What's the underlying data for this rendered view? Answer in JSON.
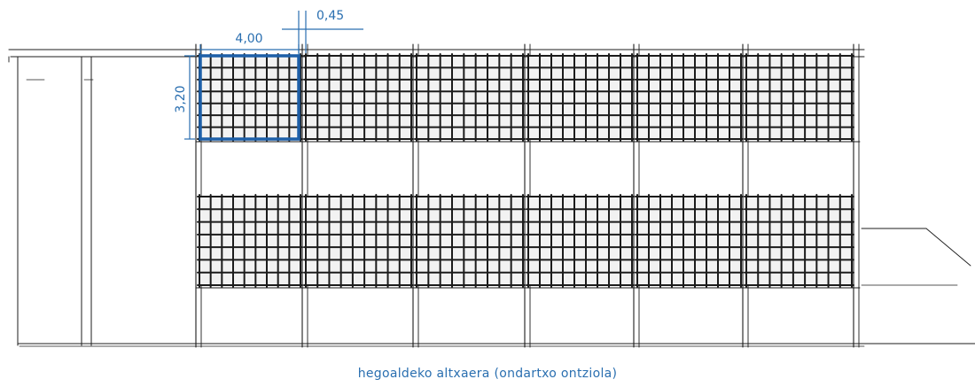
{
  "dimensions": {
    "width_label": "4,00",
    "height_label": "3,20",
    "gap_label": "0,45"
  },
  "caption": "hegoaldeko altxaera (ondartxo ontziola)",
  "elevation": {
    "bays": 6,
    "storeys_with_mesh": 2,
    "highlighted_panel": "bay 1, upper storey"
  },
  "colors": {
    "ink": "#1c1c1c",
    "dimension": "#2a6fb0",
    "highlight": "#1d5fa8",
    "panel_fill": "#f2f2f2"
  }
}
